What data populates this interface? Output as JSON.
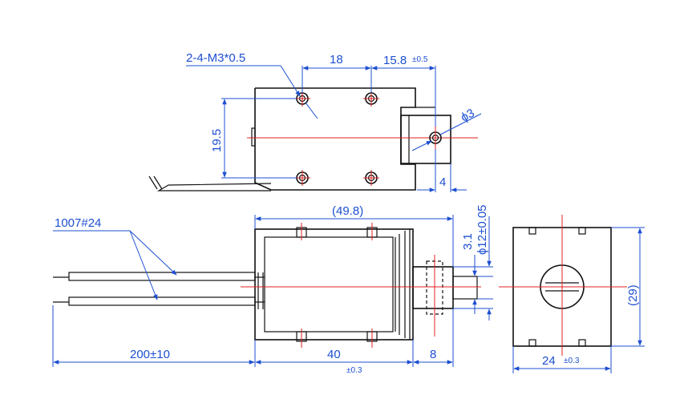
{
  "colors": {
    "dimension": "#1d4fd1",
    "centerline": "#e02020",
    "outline": "#111111"
  },
  "top_view": {
    "thread_label": "2-4-M3*0.5",
    "hole_spacing_x": "18",
    "plunger_offset": "15.8",
    "plunger_offset_tol": "±0.5",
    "hole_spacing_y": "19.5",
    "pin_hole_dia": "ϕ3",
    "plunger_end": "4"
  },
  "front_view": {
    "wire_spec": "1007#24",
    "overall_length": "(49.8)",
    "wire_length": "200±10",
    "body_length": "40",
    "body_length_tol": "±0.3",
    "plunger_length": "8",
    "plunger_dia": "ϕ12±0.05",
    "plunger_step": "3.1"
  },
  "side_view": {
    "height": "(29)",
    "width": "24",
    "width_tol": "±0.3"
  }
}
